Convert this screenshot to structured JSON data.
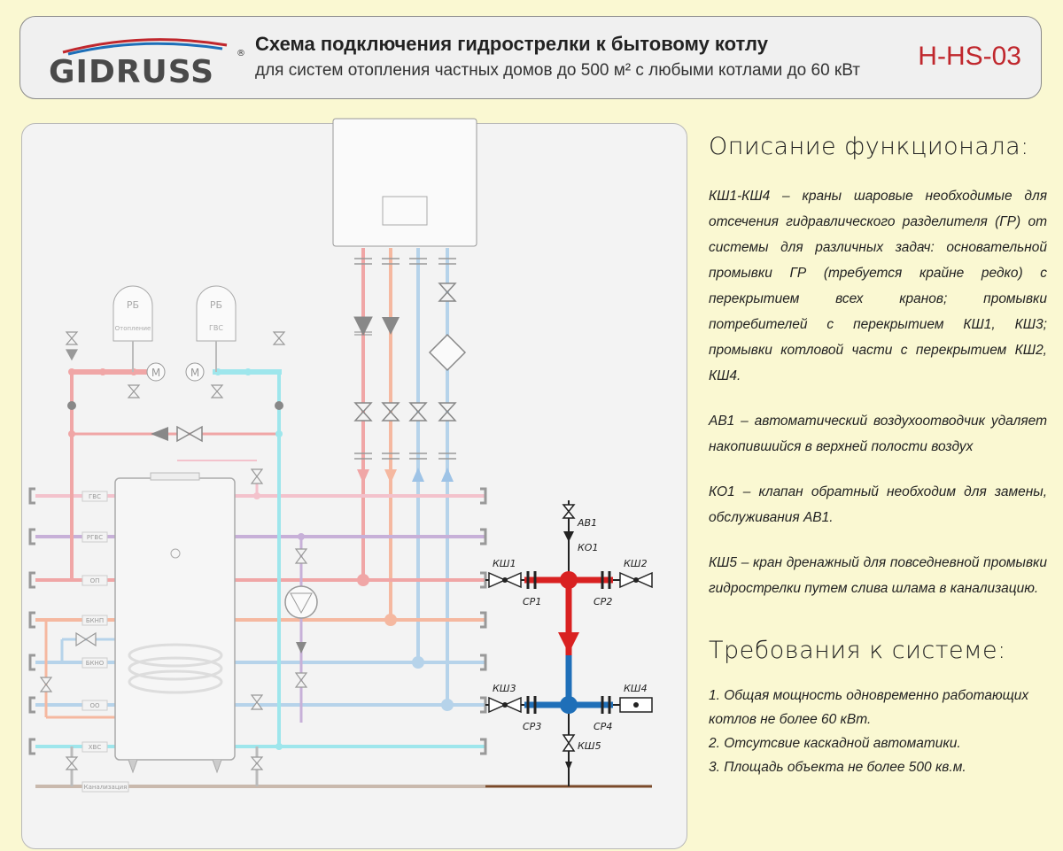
{
  "header": {
    "logo_text": "GIDRUSS",
    "logo_reg": "®",
    "title": "Схема подключения гидрострелки к бытовому котлу",
    "subtitle": "для систем отопления частных домов до 500 м² с любыми котлами до 60 кВт",
    "code": "H-HS-03"
  },
  "diagram": {
    "tanks": [
      {
        "top": "РБ",
        "bottom": "Отопление"
      },
      {
        "top": "РБ",
        "bottom": "ГВС"
      }
    ],
    "gauge_label": "M",
    "line_tags": [
      "ГВС",
      "РГВС",
      "ОП",
      "БКНП",
      "БКНО",
      "ОО",
      "ХВС"
    ],
    "drain_tag": "Канализация",
    "labels": {
      "av1": "АВ1",
      "ko1": "КО1",
      "ksh1": "КШ1",
      "ksh2": "КШ2",
      "ksh3": "КШ3",
      "ksh4": "КШ4",
      "ksh5": "КШ5",
      "sr1": "СР1",
      "sr2": "СР2",
      "sr3": "СР3",
      "sr4": "СР4"
    },
    "colors": {
      "hot": "#d92121",
      "cold": "#1f6fb8",
      "hot_light": "#f0a6a6",
      "pink": "#f3c2cc",
      "purple": "#c7b0d8",
      "salmon": "#f5b8a0",
      "lightblue": "#b6d3ea",
      "cyan": "#9ee6ec",
      "drain": "#7a4a2a"
    }
  },
  "description": {
    "heading": "Описание функционала:",
    "paragraphs": [
      "КШ1-КШ4 – краны шаровые необходимые для отсечения гидравлического разделителя (ГР) от системы для различных задач: основательной промывки ГР (требуется крайне редко) с перекрытием всех кранов; промывки потребителей с перекрытием КШ1, КШ3; промывки котловой части с перекрытием КШ2, КШ4.",
      "АВ1 – автоматический воздухоотводчик удаляет накопившийся в верхней полости воздух",
      "КО1 – клапан обратный необходим для замены, обслуживания АВ1.",
      "КШ5 – кран дренажный для повседневной промывки гидрострелки путем слива шлама в канализацию."
    ]
  },
  "requirements": {
    "heading": "Требования к системе:",
    "items": [
      "1. Общая мощность одновременно работающих котлов не более 60 кВт.",
      "2. Отсутсвие каскадной автоматики.",
      "3. Площадь объекта не более 500 кв.м."
    ]
  }
}
